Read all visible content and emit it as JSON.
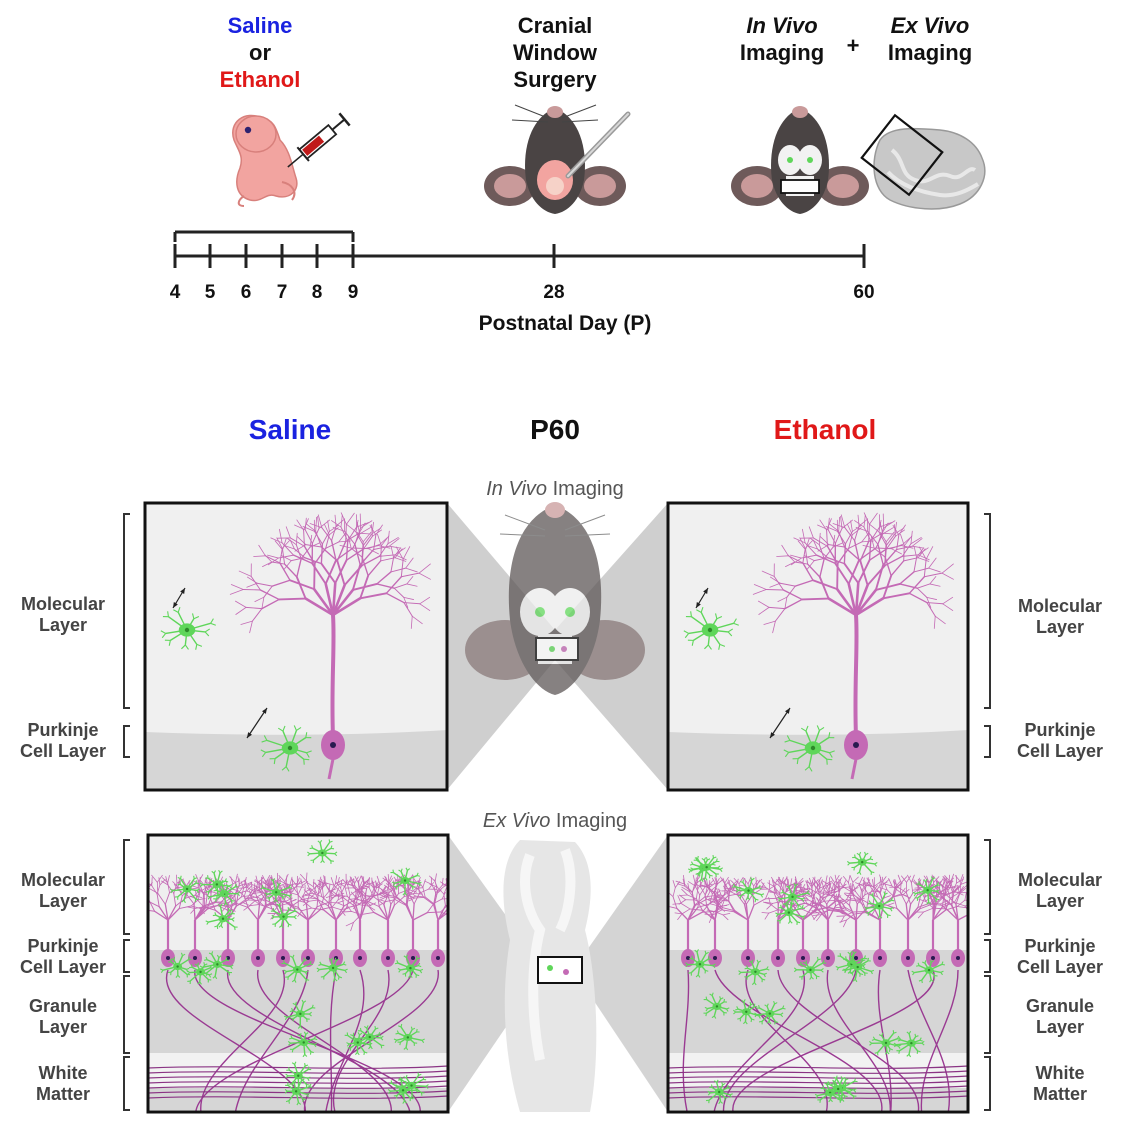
{
  "timeline": {
    "treatment": {
      "saline": "Saline",
      "or": "or",
      "ethanol": "Ethanol"
    },
    "surgery": {
      "line1": "Cranial",
      "line2": "Window",
      "line3": "Surgery"
    },
    "imaging": {
      "in_vivo": "In Vivo",
      "in_vivo_suffix": "Imaging",
      "plus": "+",
      "ex_vivo": "Ex Vivo",
      "ex_vivo_suffix": "Imaging"
    },
    "ticks": [
      "4",
      "5",
      "6",
      "7",
      "8",
      "9",
      "28",
      "60"
    ],
    "axis_title": "Postnatal Day (P)"
  },
  "panels": {
    "saline_title": "Saline",
    "p60_title": "P60",
    "ethanol_title": "Ethanol",
    "in_vivo": {
      "italic": "In Vivo",
      "rest": " Imaging"
    },
    "ex_vivo": {
      "italic": "Ex Vivo",
      "rest": " Imaging"
    },
    "layers_top": {
      "molecular": [
        "Molecular",
        "Layer"
      ],
      "purkinje": [
        "Purkinje",
        "Cell Layer"
      ]
    },
    "layers_bottom": {
      "molecular": [
        "Molecular",
        "Layer"
      ],
      "purkinje": [
        "Purkinje",
        "Cell Layer"
      ],
      "granule": [
        "Granule",
        "Layer"
      ],
      "white": [
        "White",
        "Matter"
      ]
    }
  },
  "colors": {
    "saline": "#1a22e0",
    "ethanol": "#e01818",
    "purkinje": "#c46ab5",
    "glia": "#5fd65a",
    "panel_bg": "#f0f0f0",
    "panel_lower": "#d6d6d6"
  },
  "icons": [
    "pup-icon",
    "syringe-icon",
    "mouse-head-icon",
    "scalpel-icon",
    "mouse-window-icon",
    "brain-slice-icon",
    "purkinje-neuron-icon",
    "bergmann-glia-icon"
  ]
}
